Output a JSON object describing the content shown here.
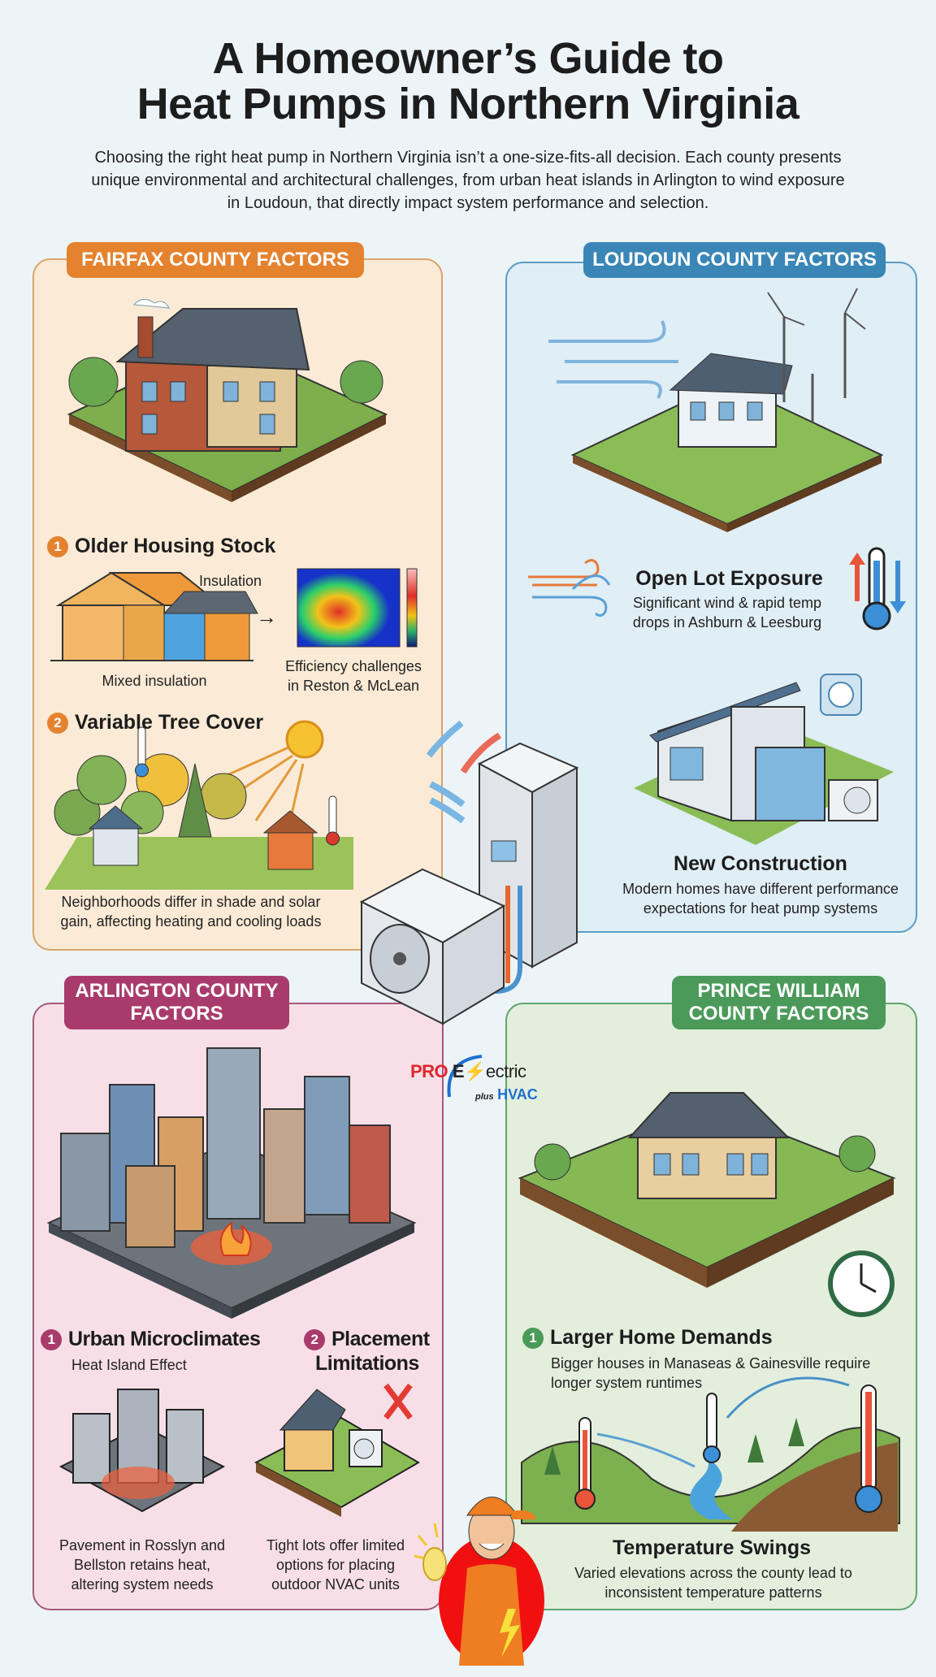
{
  "header": {
    "title_line1": "A Homeowner’s Guide to",
    "title_line2": "Heat Pumps in Northern Virginia",
    "intro": "Choosing the right heat pump in Northern Virginia isn’t a one-size-fits-all decision. Each county presents unique environmental and architectural challenges, from urban heat islands in Arlington to wind exposure in Loudoun, that directly impact system performance and selection."
  },
  "colors": {
    "fairfax": "#e4822e",
    "loudoun": "#3a86b6",
    "arlington": "#a93b6c",
    "prince_william": "#4b9a5a",
    "logo_red": "#e0262e",
    "logo_blue": "#1f6fd1"
  },
  "fairfax": {
    "label": "FAIRFAX COUNTY FACTORS",
    "item1": {
      "number": "1",
      "title": "Older Housing Stock",
      "insulation_label": "Insulation",
      "left_caption": "Mixed insulation",
      "right_caption": "Efficiency challenges in Reston & McLean"
    },
    "item2": {
      "number": "2",
      "title": "Variable Tree Cover",
      "caption": "Neighborhoods differ in shade and solar gain, affecting heating and cooling loads"
    }
  },
  "loudoun": {
    "label": "LOUDOUN COUNTY FACTORS",
    "item1": {
      "title": "Open Lot Exposure",
      "caption": "Significant wind & rapid temp drops in Ashburn & Leesburg"
    },
    "item2": {
      "title": "New Construction",
      "caption": "Modern homes have different performance expectations for heat pump systems"
    }
  },
  "arlington": {
    "label_line1": "ARLINGTON COUNTY",
    "label_line2": "FACTORS",
    "item1": {
      "number": "1",
      "title": "Urban Microclimates",
      "subtitle": "Heat Island Effect",
      "caption": "Pavement in Rosslyn and Bellston retains heat, altering system needs"
    },
    "item2": {
      "number": "2",
      "title_line1": "Placement",
      "title_line2": "Limitations",
      "caption": "Tight lots offer limited options for placing outdoor NVAC units"
    }
  },
  "prince_william": {
    "label_line1": "PRINCE WILLIAM",
    "label_line2": "COUNTY FACTORS",
    "item1": {
      "number": "1",
      "title": "Larger Home Demands",
      "caption": "Bigger houses in Manaseas & Gainesville require longer system runtimes"
    },
    "item2": {
      "title": "Temperature Swings",
      "caption": "Varied elevations across the county lead to inconsistent temperature patterns"
    }
  },
  "logo": {
    "pro": "PRO",
    "electric_e": "E",
    "electric_rest": "ectric",
    "plus": "plus",
    "hvac": "HVAC"
  }
}
